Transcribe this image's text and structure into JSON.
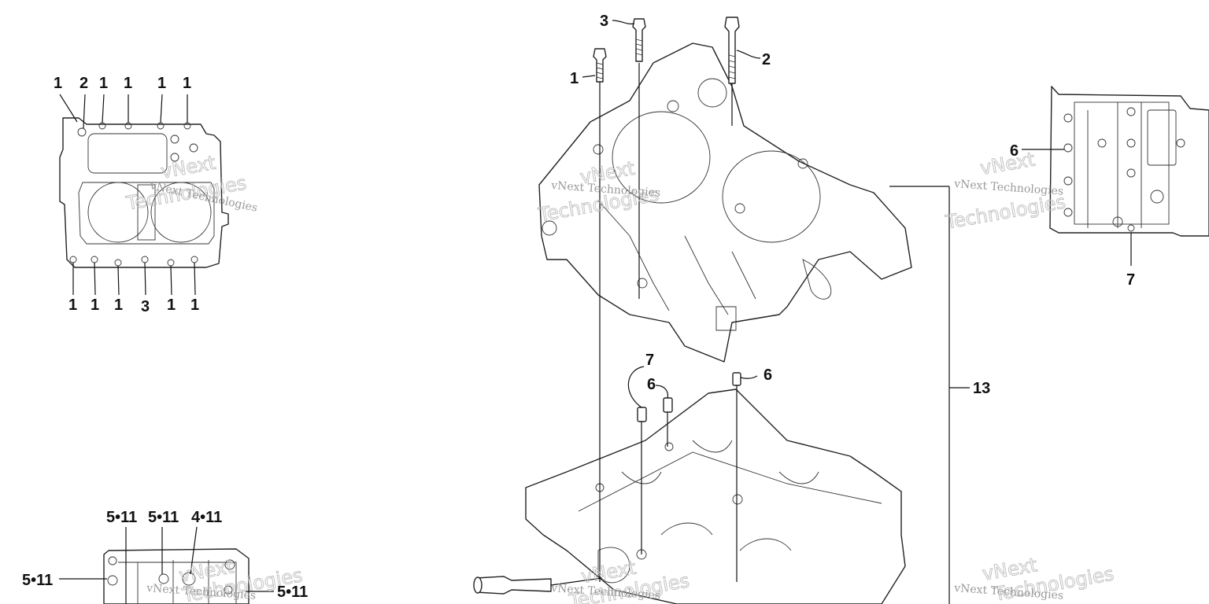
{
  "diagram": {
    "views": {
      "top_view": {
        "top_callouts": [
          "1",
          "2",
          "1",
          "1",
          "1",
          "1"
        ],
        "bottom_callouts": [
          "1",
          "1",
          "1",
          "3",
          "1",
          "1"
        ]
      },
      "main_exploded": {
        "bolt_callouts": [
          "1",
          "3",
          "2"
        ],
        "dowel_callouts": [
          "7",
          "6",
          "6"
        ],
        "assembly_callout": "13"
      },
      "side_view": {
        "callouts": [
          "6",
          "7"
        ]
      },
      "bottom_view": {
        "callouts": [
          "5•11",
          "5•11",
          "4•11",
          "5•11",
          "5•11"
        ]
      }
    },
    "watermark": {
      "line1": "vNext Technologies",
      "line2": "vNext",
      "line3": "Technologies"
    }
  }
}
